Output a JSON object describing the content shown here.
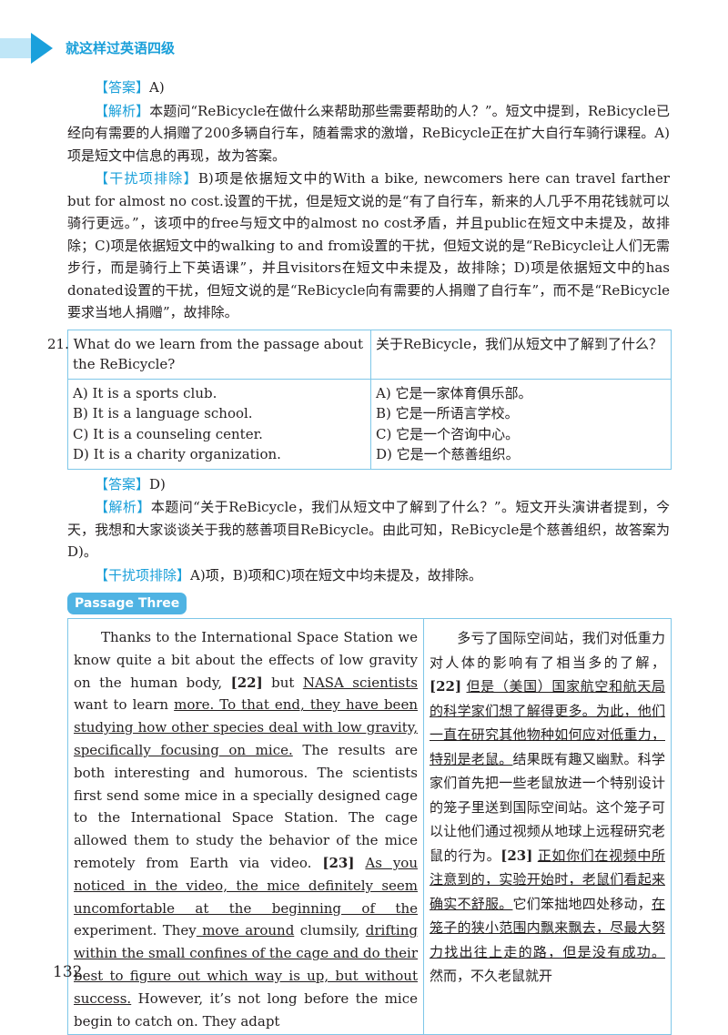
{
  "header": {
    "title": "就这样过英语四级"
  },
  "q20": {
    "answer_tag": "【答案】",
    "answer": "A)",
    "analysis_tag": "【解析】",
    "analysis": "本题问“ReBicycle在做什么来帮助那些需要帮助的人？”。短文中提到，ReBicycle已经向有需要的人捐赠了200多辆自行车，随着需求的激增，ReBicycle正在扩大自行车骑行课程。A)项是短文中信息的再现，故为答案。",
    "distractor_tag": "【干扰项排除】",
    "distractor": "B)项是依据短文中的With a bike, newcomers here can travel farther but for almost no cost.设置的干扰，但是短文说的是“有了自行车，新来的人几乎不用花钱就可以骑行更远。”，该项中的free与短文中的almost no cost矛盾，并且public在短文中未提及，故排除；C)项是依据短文中的walking to and from设置的干扰，但短文说的是“ReBicycle让人们无需步行，而是骑行上下英语课”，并且visitors在短文中未提及，故排除；D)项是依据短文中的has donated设置的干扰，但短文说的是“ReBicycle向有需要的人捐赠了自行车”，而不是“ReBicycle要求当地人捐赠”，故排除。"
  },
  "q21": {
    "question_en": "21. What do we learn from the passage about the ReBicycle?",
    "question_cn": "关于ReBicycle，我们从短文中了解到了什么？",
    "options_en": [
      "A) It is a sports club.",
      "B) It is a language school.",
      "C) It is a counseling center.",
      "D) It is a charity organization."
    ],
    "options_cn": [
      "A) 它是一家体育俱乐部。",
      "B) 它是一所语言学校。",
      "C) 它是一个咨询中心。",
      "D) 它是一个慈善组织。"
    ],
    "answer_tag": "【答案】",
    "answer": "D)",
    "analysis_tag": "【解析】",
    "analysis": "本题问“关于ReBicycle，我们从短文中了解到了什么？”。短文开头演讲者提到，今天，我想和大家谈谈关于我的慈善项目ReBicycle。由此可知，ReBicycle是个慈善组织，故答案为D)。",
    "distractor_tag": "【干扰项排除】",
    "distractor": "A)项，B)项和C)项在短文中均未提及，故排除。"
  },
  "passage": {
    "badge": "Passage Three",
    "en": {
      "t1": "Thanks to the International Space Station we know quite a bit about the effects of low gravity on the human body, ",
      "m22": "[22]",
      "t2": " but ",
      "u1": "NASA scientists",
      "t3": " want to learn ",
      "u2": "more. To that end, they have been studying how other species deal with low gravity, specifically focusing on mice.",
      "t4": " The results are both interesting and humorous. The scientists first send some mice in a specially designed cage to the International Space Station. The cage allowed them to study the behavior of the mice remotely from Earth via video. ",
      "m23": "[23]",
      "t5": " ",
      "u3": "As you noticed in the video, the mice definitely seem uncomfortable at the beginning of the",
      "t6": " experiment. They",
      "u4": " move around",
      "t7": " clumsily, ",
      "u5": "drifting within the small confines of the cage and do their best to figure out which way is up, but without success.",
      "t8": " However, it’s not long before the mice begin to catch on. They adapt"
    },
    "cn": {
      "c1": "多亏了国际空间站，我们对低重力对人体的影响有了相当多的了解，",
      "m22": "[22]",
      "c2": " ",
      "u1": "但是（美国）国家航空和航天局的科学家们想了解得更多。为此，他们一直在研究其他物种如何应对低重力，特别是老鼠。",
      "c3": "结果既有趣又幽默。科学家们首先把一些老鼠放进一个特别设计的笼子里送到国际空间站。这个笼子可以让他们通过视频从地球上远程研究老鼠的行为。",
      "m23": "[23]",
      "c4": " ",
      "u2": "正如你们在视频中所注意到的，实验开始时，老鼠们看起来确实不舒服。",
      "c5": "它们笨拙地四处移动，",
      "u3": "在笼子的狭小范围内飘来飘去，尽最大努力找出往上走的路，但是没有成功。",
      "c6": " 然而，不久老鼠就开"
    }
  },
  "page_number": "132",
  "colors": {
    "accent": "#1a9fd9",
    "border": "#7fc7e8",
    "badge_bg": "#4fb3e3"
  }
}
